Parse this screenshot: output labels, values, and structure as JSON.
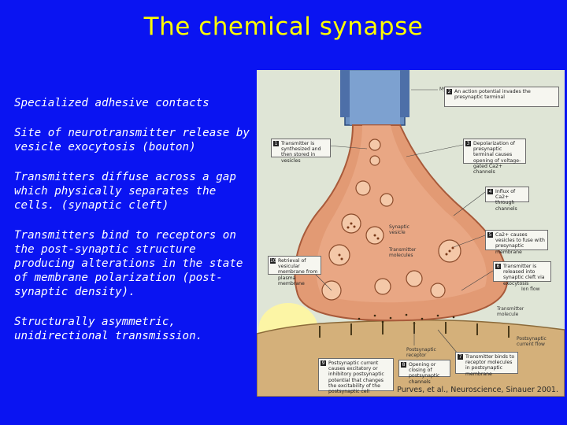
{
  "slide": {
    "title": "The chemical synapse",
    "bullets": [
      "Specialized adhesive contacts",
      "Site of neurotransmitter release by vesicle exocytosis (bouton)",
      "Transmitters diffuse across a gap which physically separates the cells. (synaptic cleft)",
      "Transmitters bind to receptors on the post-synaptic structure producing alterations in the state of membrane polarization (post-synaptic density).",
      "Structurally asymmetric, unidirectional transmission."
    ]
  },
  "figure": {
    "credit": "Purves, et al., Neuroscience, Sinauer 2001.",
    "labels": {
      "myelin": "Myelin",
      "synaptic_vesicle": "Synaptic vesicle",
      "transmitter_molecules": "Transmitter molecules",
      "ion_flow": "Ion flow",
      "postsynaptic_receptor": "Postsynaptic receptor",
      "transmitter_molecule": "Transmitter molecule",
      "postsynaptic_current_flow": "Postsynaptic current flow"
    },
    "steps": [
      {
        "num": "1",
        "text": "Transmitter is synthesized and then stored in vesicles"
      },
      {
        "num": "2",
        "text": "An action potential invades the presynaptic terminal"
      },
      {
        "num": "3",
        "text": "Depolarization of presynaptic terminal causes opening of voltage-gated Ca2+ channels"
      },
      {
        "num": "4",
        "text": "Influx of Ca2+ through channels"
      },
      {
        "num": "5",
        "text": "Ca2+ causes vesicles to fuse with presynaptic membrane"
      },
      {
        "num": "6",
        "text": "Transmitter is released into synaptic cleft via exocytosis"
      },
      {
        "num": "7",
        "text": "Transmitter binds to receptor molecules in postsynaptic membrane"
      },
      {
        "num": "8",
        "text": "Opening or closing of postsynaptic channels"
      },
      {
        "num": "9",
        "text": "Postsynaptic current causes excitatory or inhibitory postsynaptic potential that changes the excitability of the postsynaptic cell"
      },
      {
        "num": "10",
        "text": "Retrieval of vesicular membrane from plasma membrane"
      }
    ]
  }
}
